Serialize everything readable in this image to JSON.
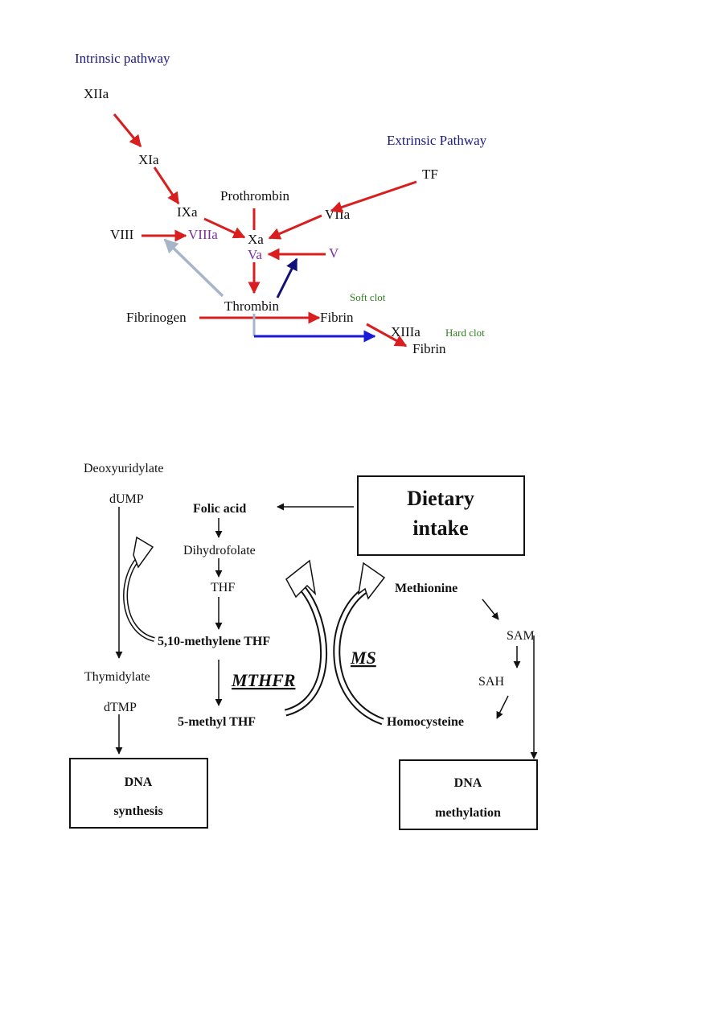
{
  "coagulation": {
    "intrinsic_title": "Intrinsic pathway",
    "extrinsic_title": "Extrinsic Pathway",
    "labels": {
      "xiia": "XIIa",
      "xia": "XIa",
      "ixa": "IXa",
      "prothrombin": "Prothrombin",
      "tf": "TF",
      "viia": "VIIa",
      "viii": "VIII",
      "viiia": "VIIIa",
      "xa": "Xa",
      "va": "Va",
      "v": "V",
      "thrombin": "Thrombin",
      "soft_clot": "Soft clot",
      "fibrinogen": "Fibrinogen",
      "fibrin": "Fibrin",
      "xiiia": "XIIIa",
      "hard_clot": "Hard clot",
      "fibrin2": "Fibrin"
    },
    "colors": {
      "title": "#1a1a7a",
      "factor_active": "#7b2fa0",
      "clot_note": "#2e7d1e",
      "arrow_main": "#d81e1e",
      "arrow_feedback_grey": "#a6b6c8",
      "arrow_feedback_navy": "#10107a",
      "arrow_blue": "#1a1ad6"
    }
  },
  "folate": {
    "labels": {
      "deoxyuridylate": "Deoxyuridylate",
      "dump": "dUMP",
      "folic_acid": "Folic acid",
      "dihydrofolate": "Dihydrofolate",
      "thf": "THF",
      "methylene_thf": "5,10-methylene THF",
      "mthfr": "MTHFR",
      "methyl_thf": "5-methyl THF",
      "ms": "MS",
      "methionine": "Methionine",
      "sam": "SAM",
      "sah": "SAH",
      "homocysteine": "Homocysteine",
      "thymidylate": "Thymidylate",
      "dtmp": "dTMP"
    },
    "dietary_box": {
      "line1": "Dietary",
      "line2": "intake"
    },
    "dna_synthesis_box": {
      "line1": "DNA",
      "line2": "synthesis"
    },
    "dna_methylation_box": {
      "line1": "DNA",
      "line2": "methylation"
    }
  }
}
